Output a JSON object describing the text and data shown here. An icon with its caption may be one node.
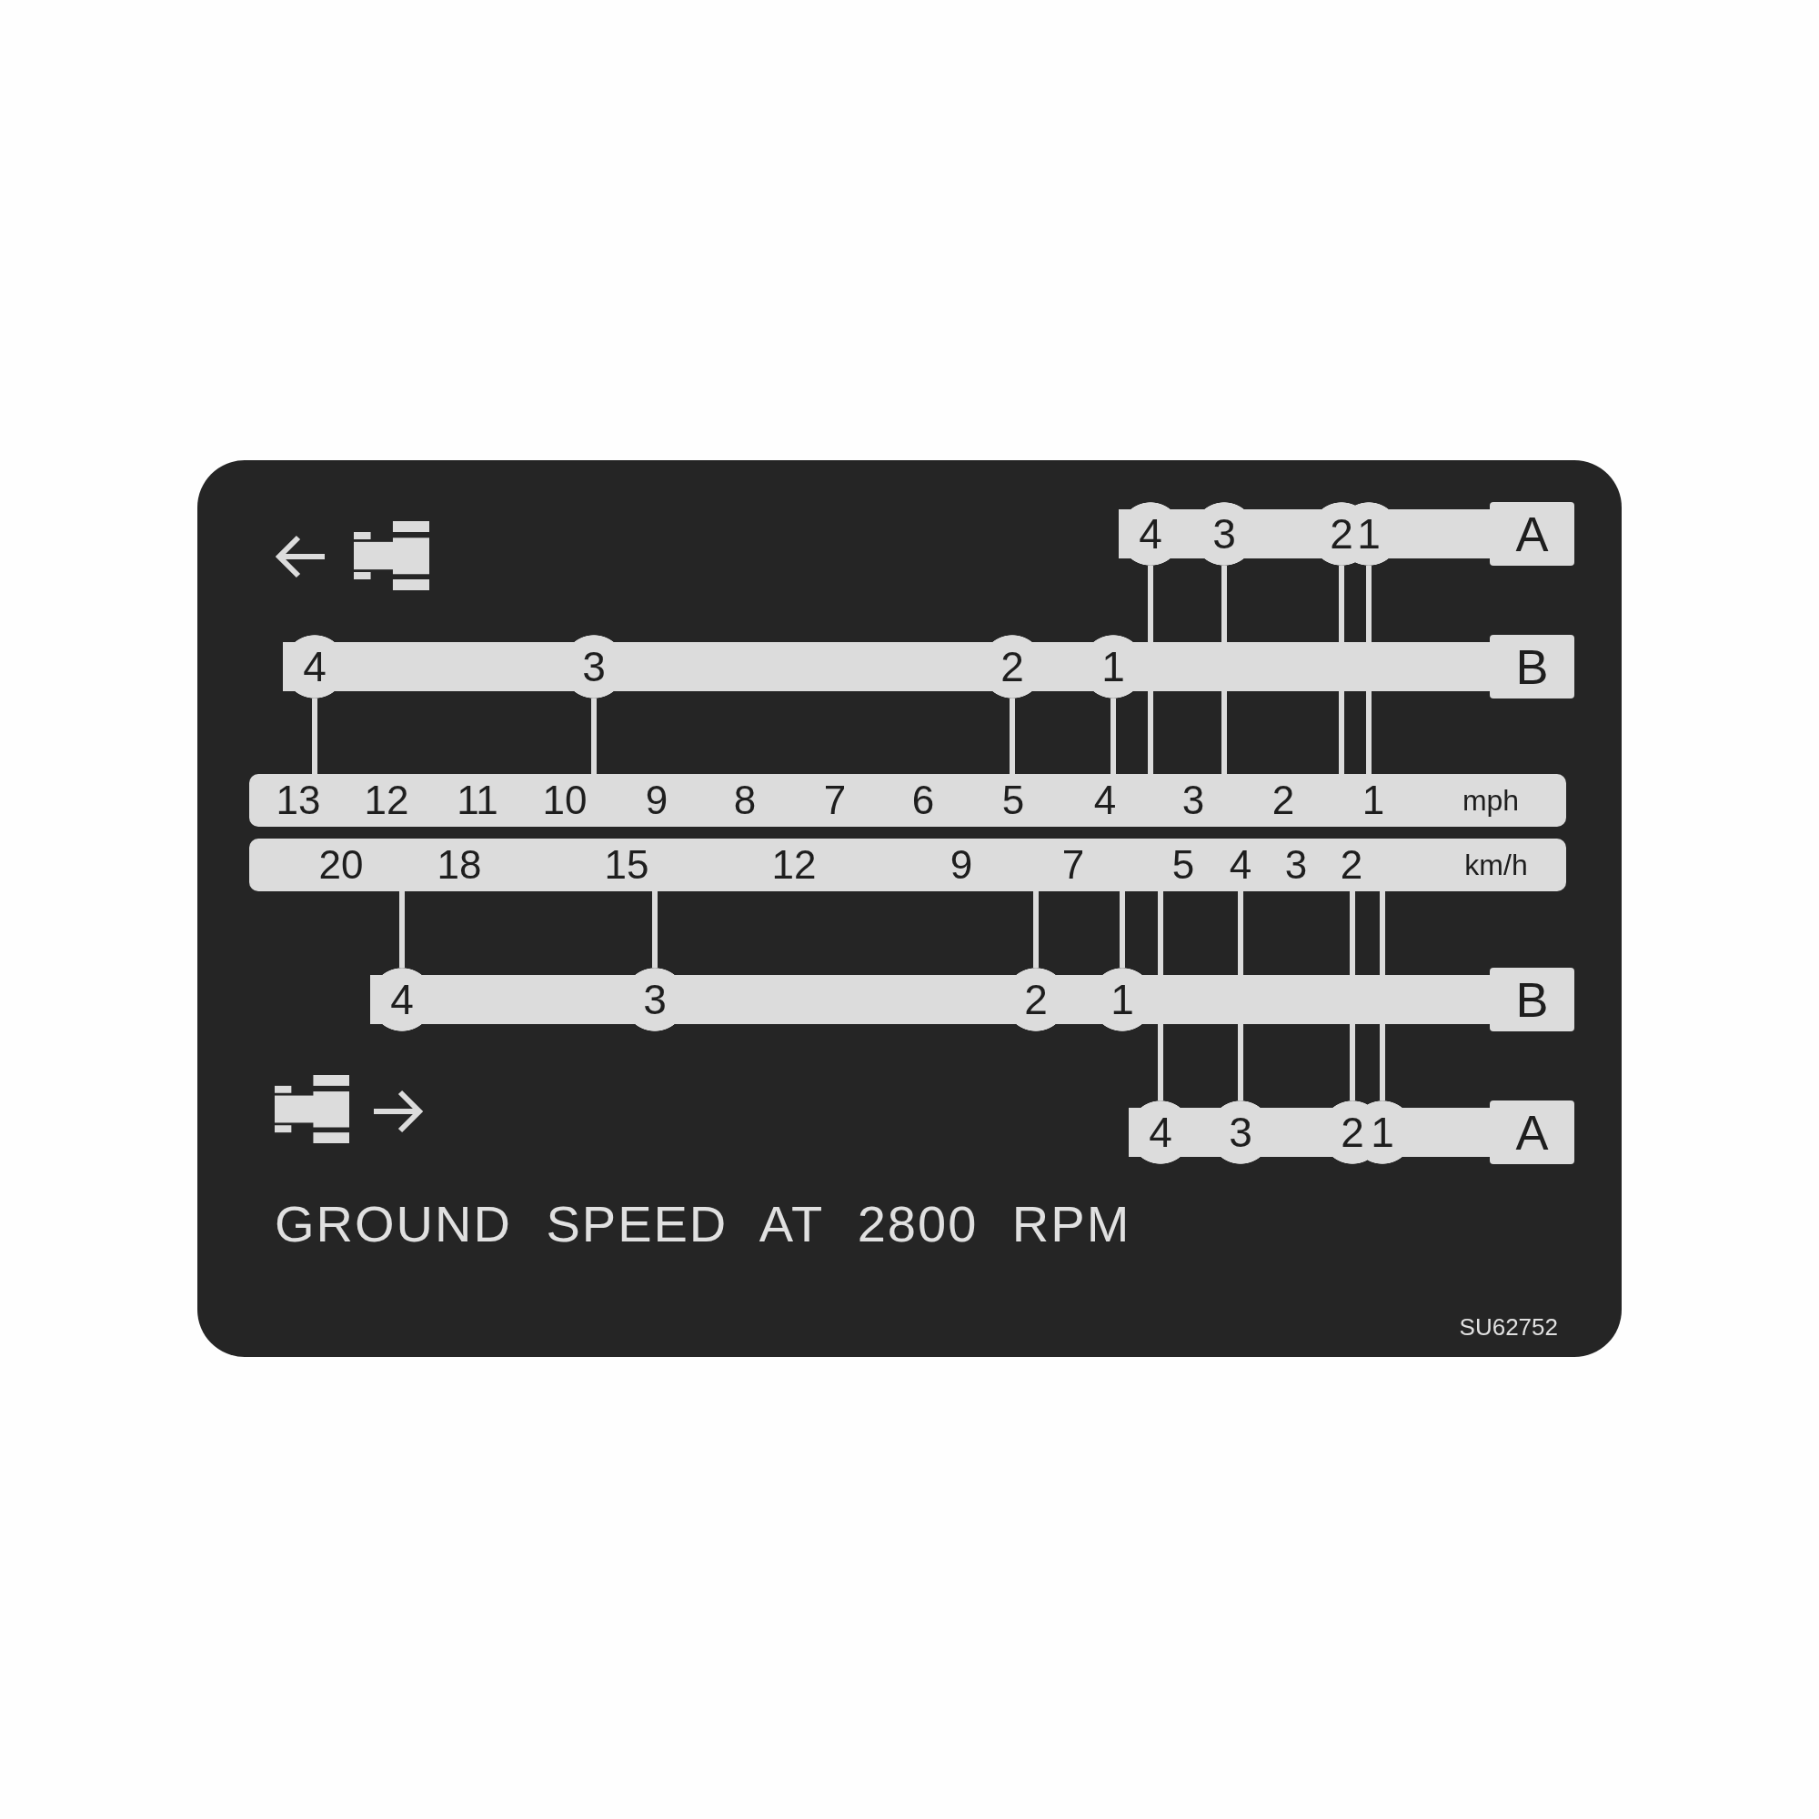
{
  "diagram": {
    "title": "GROUND SPEED AT 2800 RPM",
    "nodes": [
      {
        "text": [
          "A"
        ]
      },
      {
        "text": [
          "4"
        ],
        "in": 0
      },
      {
        "text": [
          "3"
        ],
        "in": 0
      },
      {
        "text": [
          "2"
        ],
        "in": 0
      },
      {
        "text": [
          "1"
        ],
        "in": 0
      },
      {
        "text": [
          "B"
        ]
      },
      {
        "text": [
          "4"
        ],
        "in": 5
      },
      {
        "text": [
          "3"
        ],
        "in": 5
      },
      {
        "text": [
          "2"
        ],
        "in": 5
      },
      {
        "text": [
          "1"
        ],
        "in": 5
      },
      {
        "text": [
          "13",
          "12",
          "11",
          "10",
          "9",
          "8",
          "7",
          "6",
          "5",
          "4",
          "3",
          "2",
          "1",
          "mph"
        ]
      },
      {
        "text": [
          "20",
          "18",
          "15",
          "12",
          "9",
          "7",
          "5",
          "4",
          "3",
          "2",
          "km/h"
        ]
      },
      {
        "text": [
          "B"
        ]
      },
      {
        "text": [
          "4"
        ],
        "in": 12
      },
      {
        "text": [
          "3"
        ],
        "in": 12
      },
      {
        "text": [
          "2"
        ],
        "in": 12
      },
      {
        "text": [
          "1"
        ],
        "in": 12
      },
      {
        "text": [
          "A"
        ]
      },
      {
        "text": [
          "4"
        ],
        "in": 17
      },
      {
        "text": [
          "3"
        ],
        "in": 17
      },
      {
        "text": [
          "2"
        ],
        "in": 17
      },
      {
        "text": [
          "1"
        ],
        "in": 17
      }
    ],
    "edges": [
      {
        "from": 1,
        "to": 10,
        "arrow": "none"
      },
      {
        "from": 2,
        "to": 10,
        "arrow": "none"
      },
      {
        "from": 3,
        "to": 10,
        "arrow": "none"
      },
      {
        "from": 4,
        "to": 10,
        "arrow": "none"
      },
      {
        "from": 6,
        "to": 10,
        "arrow": "none"
      },
      {
        "from": 7,
        "to": 10,
        "arrow": "none"
      },
      {
        "from": 8,
        "to": 10,
        "arrow": "none"
      },
      {
        "from": 9,
        "to": 10,
        "arrow": "none"
      },
      {
        "from": 13,
        "to": 11,
        "arrow": "none"
      },
      {
        "from": 14,
        "to": 11,
        "arrow": "none"
      },
      {
        "from": 15,
        "to": 11,
        "arrow": "none"
      },
      {
        "from": 16,
        "to": 11,
        "arrow": "none"
      },
      {
        "from": 18,
        "to": 11,
        "arrow": "none"
      },
      {
        "from": 19,
        "to": 11,
        "arrow": "none"
      },
      {
        "from": 20,
        "to": 11,
        "arrow": "none"
      },
      {
        "from": 21,
        "to": 11,
        "arrow": "none"
      }
    ],
    "labels": [
      "SU62752"
    ]
  }
}
